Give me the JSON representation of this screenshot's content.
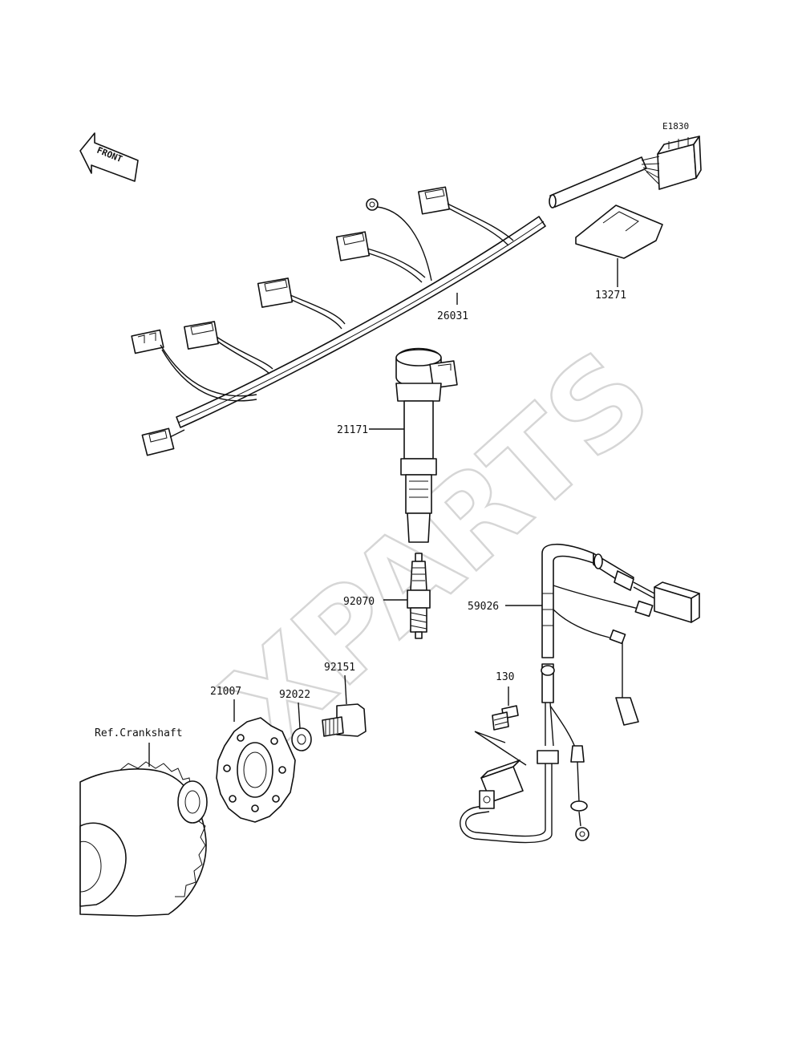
{
  "diagram": {
    "code": "E1830",
    "direction_label": "FRONT",
    "watermark": "XPARTS",
    "callouts": [
      {
        "id": "harness",
        "number": "26031"
      },
      {
        "id": "plate",
        "number": "13271"
      },
      {
        "id": "coil",
        "number": "21171"
      },
      {
        "id": "plug",
        "number": "92070"
      },
      {
        "id": "subharness",
        "number": "59026"
      },
      {
        "id": "bolt-small",
        "number": "130"
      },
      {
        "id": "bolt",
        "number": "92151"
      },
      {
        "id": "washer",
        "number": "92022"
      },
      {
        "id": "rotor",
        "number": "21007"
      },
      {
        "id": "ref",
        "number": "Ref.Crankshaft"
      }
    ]
  }
}
